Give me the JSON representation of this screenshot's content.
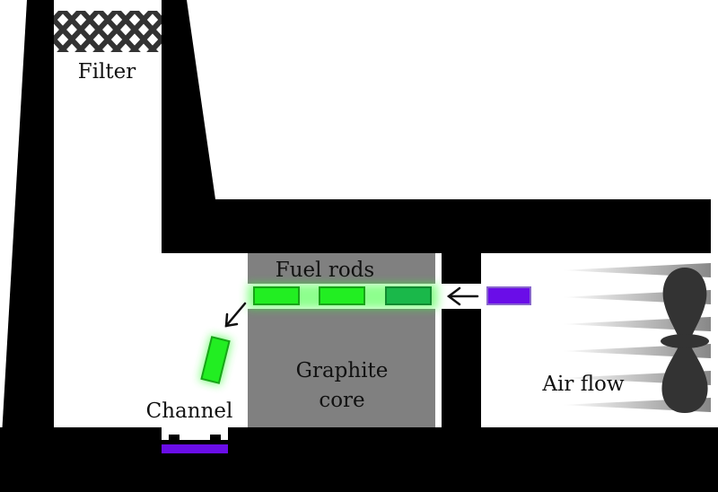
{
  "labels": {
    "filter": "Filter",
    "fuel_rods": "Fuel rods",
    "graphite_core_line1": "Graphite",
    "graphite_core_line2": "core",
    "air_flow": "Air flow",
    "channel": "Channel"
  },
  "colors": {
    "wall": "#000000",
    "graphite": "#808080",
    "fuel_rod": "#22ee22",
    "fuel_rod_spent": "#1ab84a",
    "fuel_glow": "#33ff33",
    "new_rod": "#6a0de8",
    "fan": "#333333",
    "filter_mesh": "#333333"
  },
  "icons": {
    "fan": "propeller-icon",
    "filter": "mesh-filter-icon",
    "arrow_in": "arrow-left-icon",
    "arrow_out": "arrow-down-left-icon"
  }
}
